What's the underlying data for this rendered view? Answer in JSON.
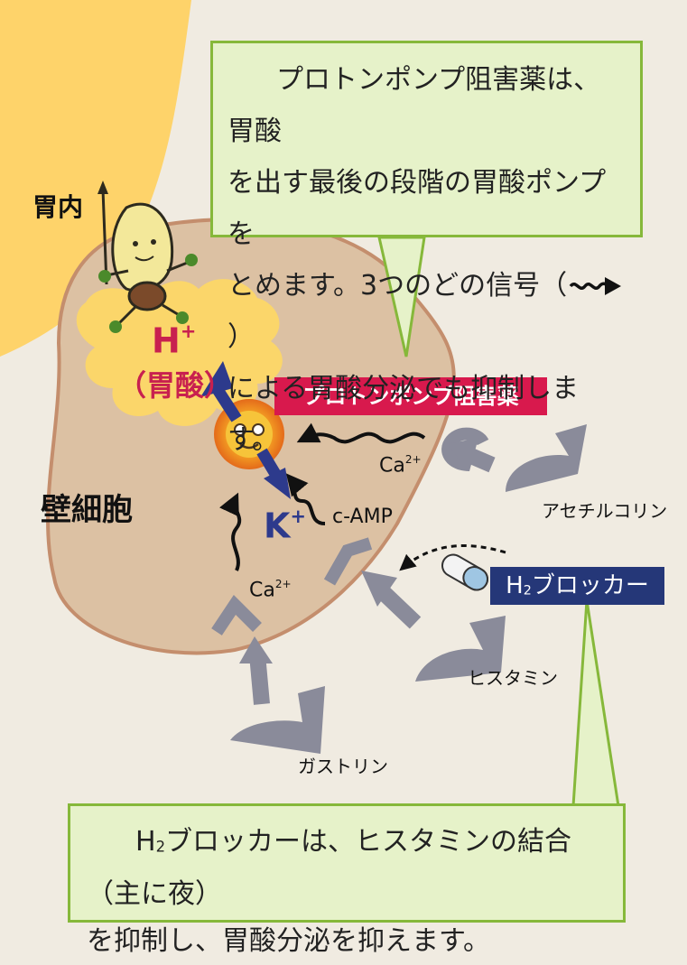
{
  "labels": {
    "stomach": "胃内",
    "parietal_cell": "壁細胞",
    "h_ion": "H",
    "h_plus": "+",
    "gastric_acid": "（胃酸）",
    "k_ion": "K",
    "k_plus": "+",
    "ca2_a": "Ca",
    "ca2_b": "Ca",
    "ca_charge": "2+",
    "camp": "c-AMP",
    "acetylcholine": "アセチルコリン",
    "histamine": "ヒスタミン",
    "gastrin": "ガストリン"
  },
  "tags": {
    "ppi": "プロトンポンプ阻害薬",
    "h2_prefix": "H",
    "h2_sub": "2",
    "h2_rest": "ブロッカー"
  },
  "colors": {
    "stomach": "#fed36a",
    "cell": "#dcc1a3",
    "cell_border": "#c48e6d",
    "acid": "#fbd66a",
    "ppi_tag": "#d8194d",
    "h2_tag": "#253778",
    "ion_red": "#c8204f",
    "ion_blue": "#2d3a8c",
    "receptor": "#8a8b9a",
    "bubble": "#e6f2c9",
    "bubble_border": "#86b83a"
  },
  "callouts": {
    "ppi_line1": "プロトンポンプ阻害薬は、胃酸",
    "ppi_line2": "を出す最後の段階の胃酸ポンプを",
    "ppi_line3a": "とめます。3つのどの信号（",
    "ppi_line3b": "）",
    "ppi_line4": "による胃酸分泌でも抑制します。",
    "h2_prefix": "H",
    "h2_sub": "2",
    "h2_line1": "ブロッカーは、ヒスタミンの結合（主に夜）",
    "h2_line2": "を抑制し、胃酸分泌を抑えます。"
  }
}
